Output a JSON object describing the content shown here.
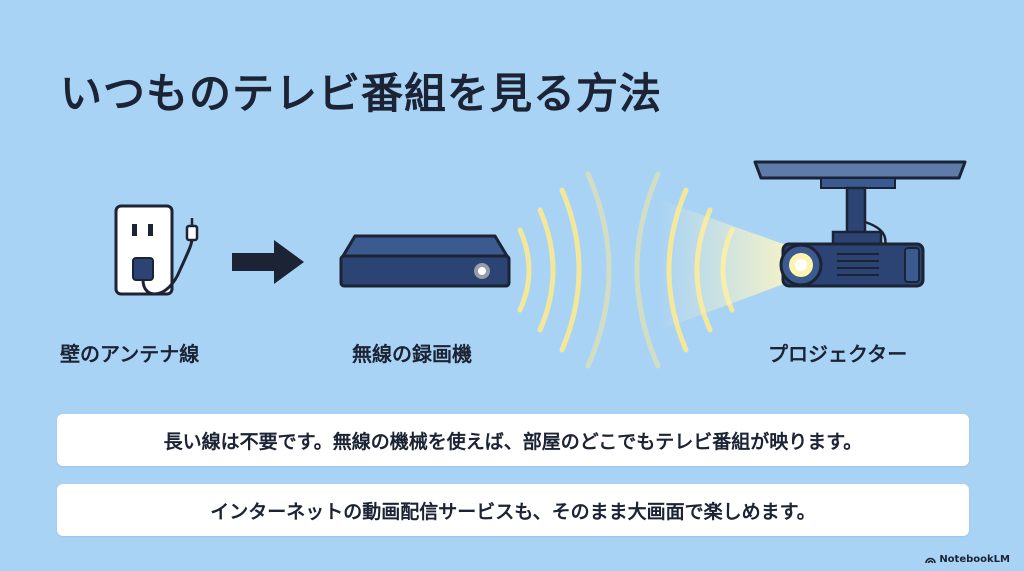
{
  "title": "いつものテレビ番組を見る方法",
  "labels": {
    "outlet": "壁のアンテナ線",
    "recorder": "無線の録画機",
    "projector": "プロジェクター"
  },
  "notes": [
    "長い線は不要です。無線の機械を使えば、部屋のどこでもテレビ番組が映ります。",
    "インターネットの動画配信サービスも、そのまま大画面で楽しめます。"
  ],
  "brand": "NotebookLM",
  "colors": {
    "background": "#a9d3f5",
    "navy": "#2b4474",
    "wave": "#f3e79a",
    "text": "#1b2335"
  }
}
